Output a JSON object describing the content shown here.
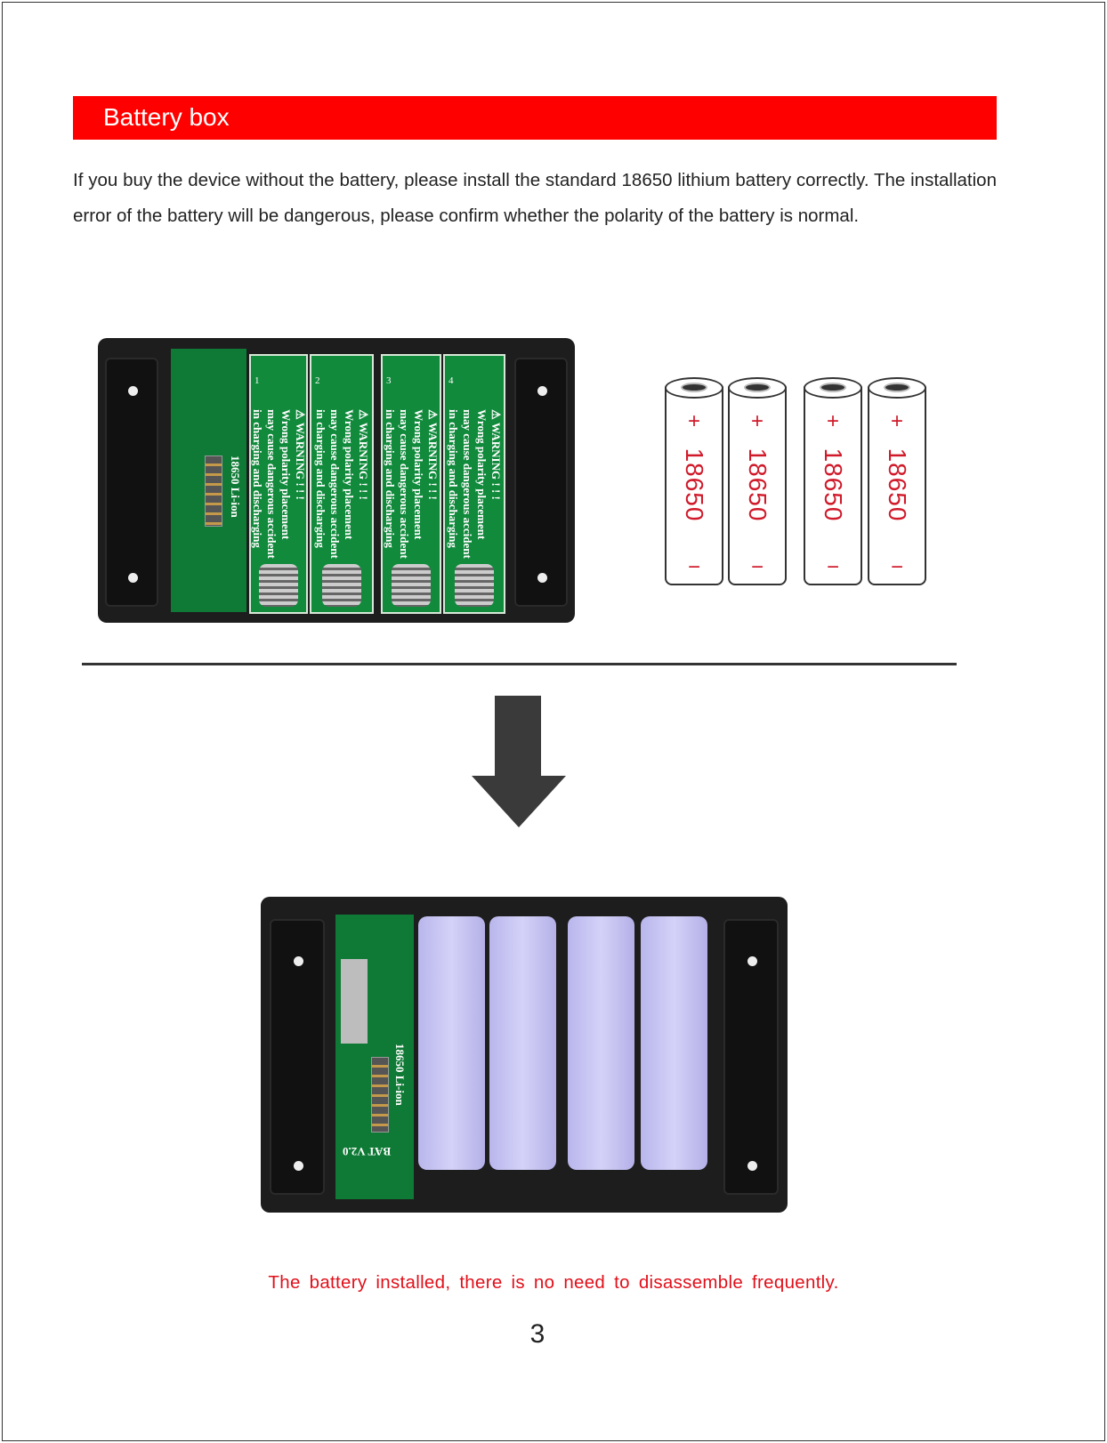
{
  "section": {
    "title": "Battery box"
  },
  "intro": "If you buy the device without the battery, please install the standard 18650 lithium battery correctly. The installation error of the battery will be dangerous, please confirm whether the polarity of the battery is normal.",
  "empty_box": {
    "pcb_label": "18650 Li-ion",
    "slots": [
      {
        "num": "1",
        "warning": "⚠ WARNING ! ! !\nWrong polarity placement\nmay cause dangerous accident\nin charging and discharging"
      },
      {
        "num": "2",
        "warning": "⚠ WARNING ! ! !\nWrong polarity placement\nmay cause dangerous accident\nin charging and discharging"
      },
      {
        "num": "3",
        "warning": "⚠ WARNING ! ! !\nWrong polarity placement\nmay cause dangerous accident\nin charging and discharging"
      },
      {
        "num": "4",
        "warning": "⚠ WARNING ! ! !\nWrong polarity placement\nmay cause dangerous accident\nin charging and discharging"
      }
    ]
  },
  "cells": [
    {
      "plus": "+",
      "label": "18650",
      "minus": "−"
    },
    {
      "plus": "+",
      "label": "18650",
      "minus": "−"
    },
    {
      "plus": "+",
      "label": "18650",
      "minus": "−"
    },
    {
      "plus": "+",
      "label": "18650",
      "minus": "−"
    }
  ],
  "full_box": {
    "pcb_label": "18650 Li-ion",
    "board_label": "BAT V2.0"
  },
  "caption": "The battery installed, there is no need to disassemble frequently.",
  "page_number": "3",
  "colors": {
    "header": "#ff0000",
    "caption": "#e0101a",
    "cell_text": "#d01a2a"
  }
}
